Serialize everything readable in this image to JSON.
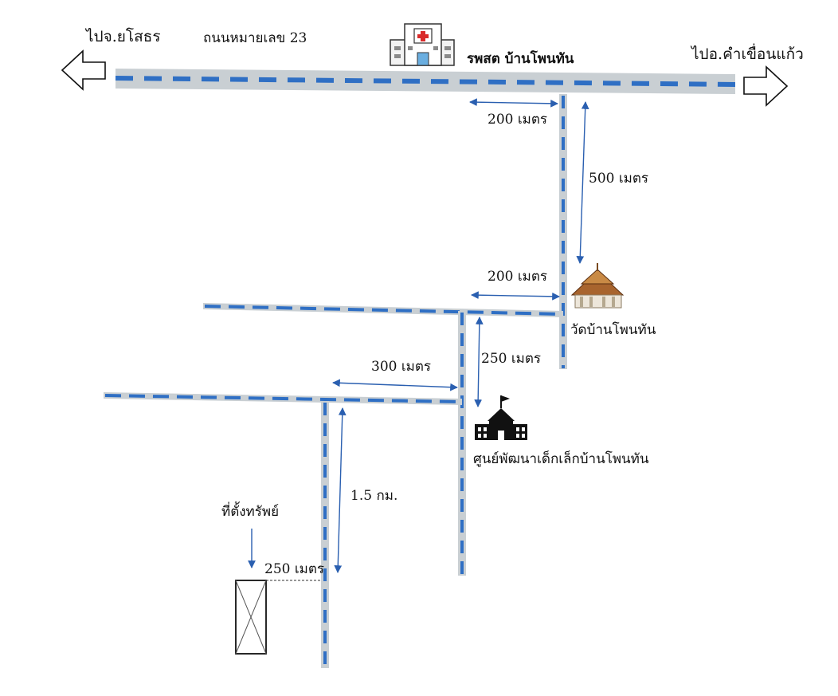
{
  "map": {
    "directions": {
      "left": "ไปจ.ยโสธร",
      "right": "ไปอ.คำเขื่อนแก้ว"
    },
    "road_name": "ถนนหมายเลข 23",
    "landmarks": {
      "hospital": "รพสต บ้านโพนทัน",
      "temple": "วัดบ้านโพนทัน",
      "school": "ศูนย์พัฒนาเด็กเล็กบ้านโพนทัน",
      "property": "ที่ตั้งทรัพย์"
    },
    "distances": {
      "d1": "200 เมตร",
      "d2": "500 เมตร",
      "d3": "200 เมตร",
      "d4": "250 เมตร",
      "d5": "300 เมตร",
      "d6": "1.5 กม.",
      "d7": "250 เมตร"
    },
    "colors": {
      "road_fill": "#c9cfd3",
      "road_dash": "#2f6fc4",
      "arrow": "#2a5fb0",
      "ink": "#111111"
    },
    "icons": [
      "hospital-icon",
      "temple-icon",
      "school-icon",
      "property-marker"
    ]
  }
}
